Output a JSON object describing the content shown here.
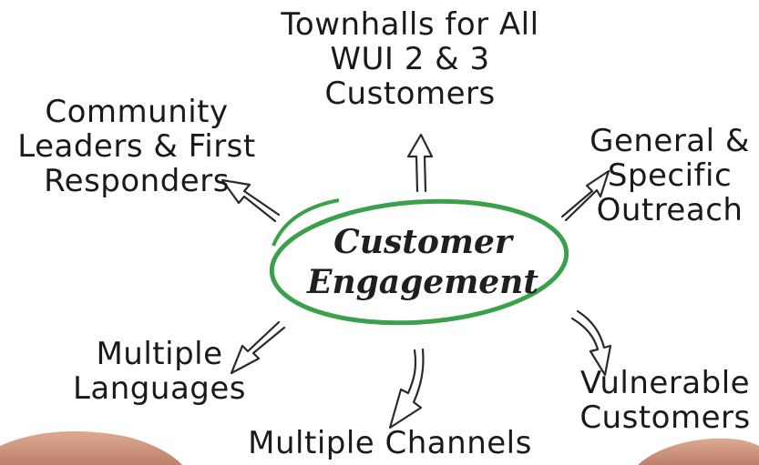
{
  "center": {
    "line1": "Customer",
    "line2": "Engagement"
  },
  "nodes": {
    "top": [
      "Townhalls for All",
      "WUI 2 & 3",
      "Customers"
    ],
    "top_left": [
      "Community",
      "Leaders & First",
      "Responders"
    ],
    "top_right": [
      "General &",
      "Specific",
      "Outreach"
    ],
    "bottom_left": [
      "Multiple",
      "Languages"
    ],
    "bottom": [
      "Multiple Channels"
    ],
    "bottom_right": [
      "Vulnerable",
      "Customers"
    ]
  },
  "colors": {
    "ellipse": "#3aa04a",
    "text": "#1a1a1a",
    "arrow": "#2a2a2a",
    "skin": "#c98a6a"
  }
}
